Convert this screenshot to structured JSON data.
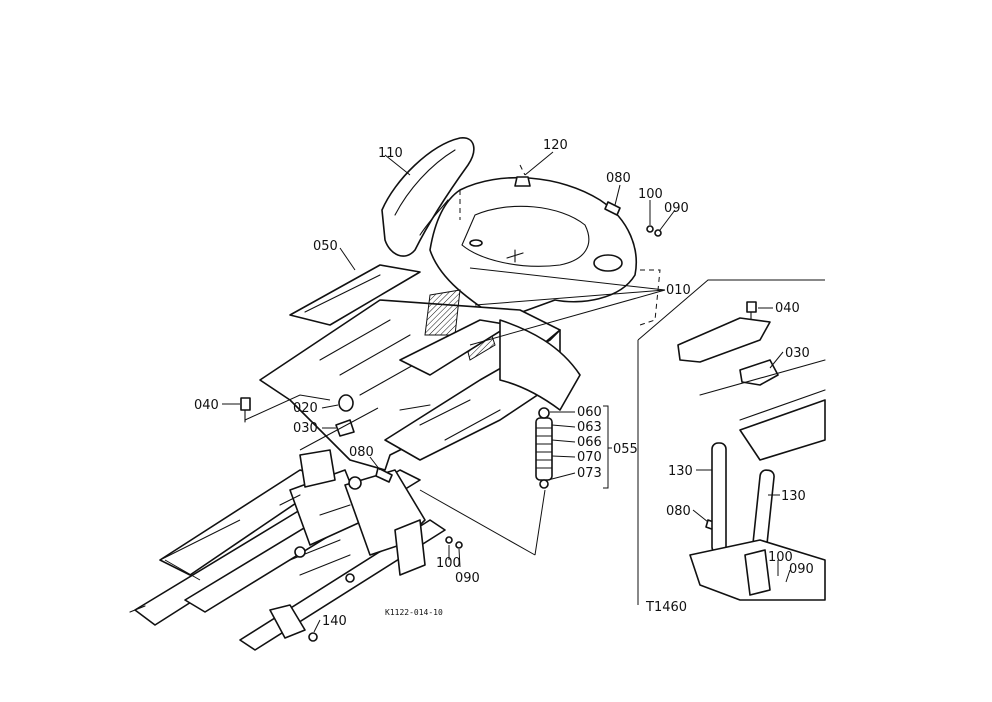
{
  "labels": {
    "p110": "110",
    "p120": "120",
    "p080a": "080",
    "p100a": "100",
    "p090a": "090",
    "p050": "050",
    "p010": "010",
    "p040a": "040",
    "p040b": "040",
    "p030a": "030",
    "p020": "020",
    "p030b": "030",
    "p060": "060",
    "p063": "063",
    "p066": "066",
    "p070": "070",
    "p073": "073",
    "p055": "055",
    "p080b": "080",
    "p100b": "100",
    "p090b": "090",
    "p130a": "130",
    "p130b": "130",
    "p080c": "080",
    "p100c": "100",
    "p090c": "090",
    "p140": "140",
    "drawing_code": "K1122-014-10",
    "figure_code": "T1460"
  },
  "colors": {
    "ink": "#111111",
    "paper": "#ffffff"
  }
}
